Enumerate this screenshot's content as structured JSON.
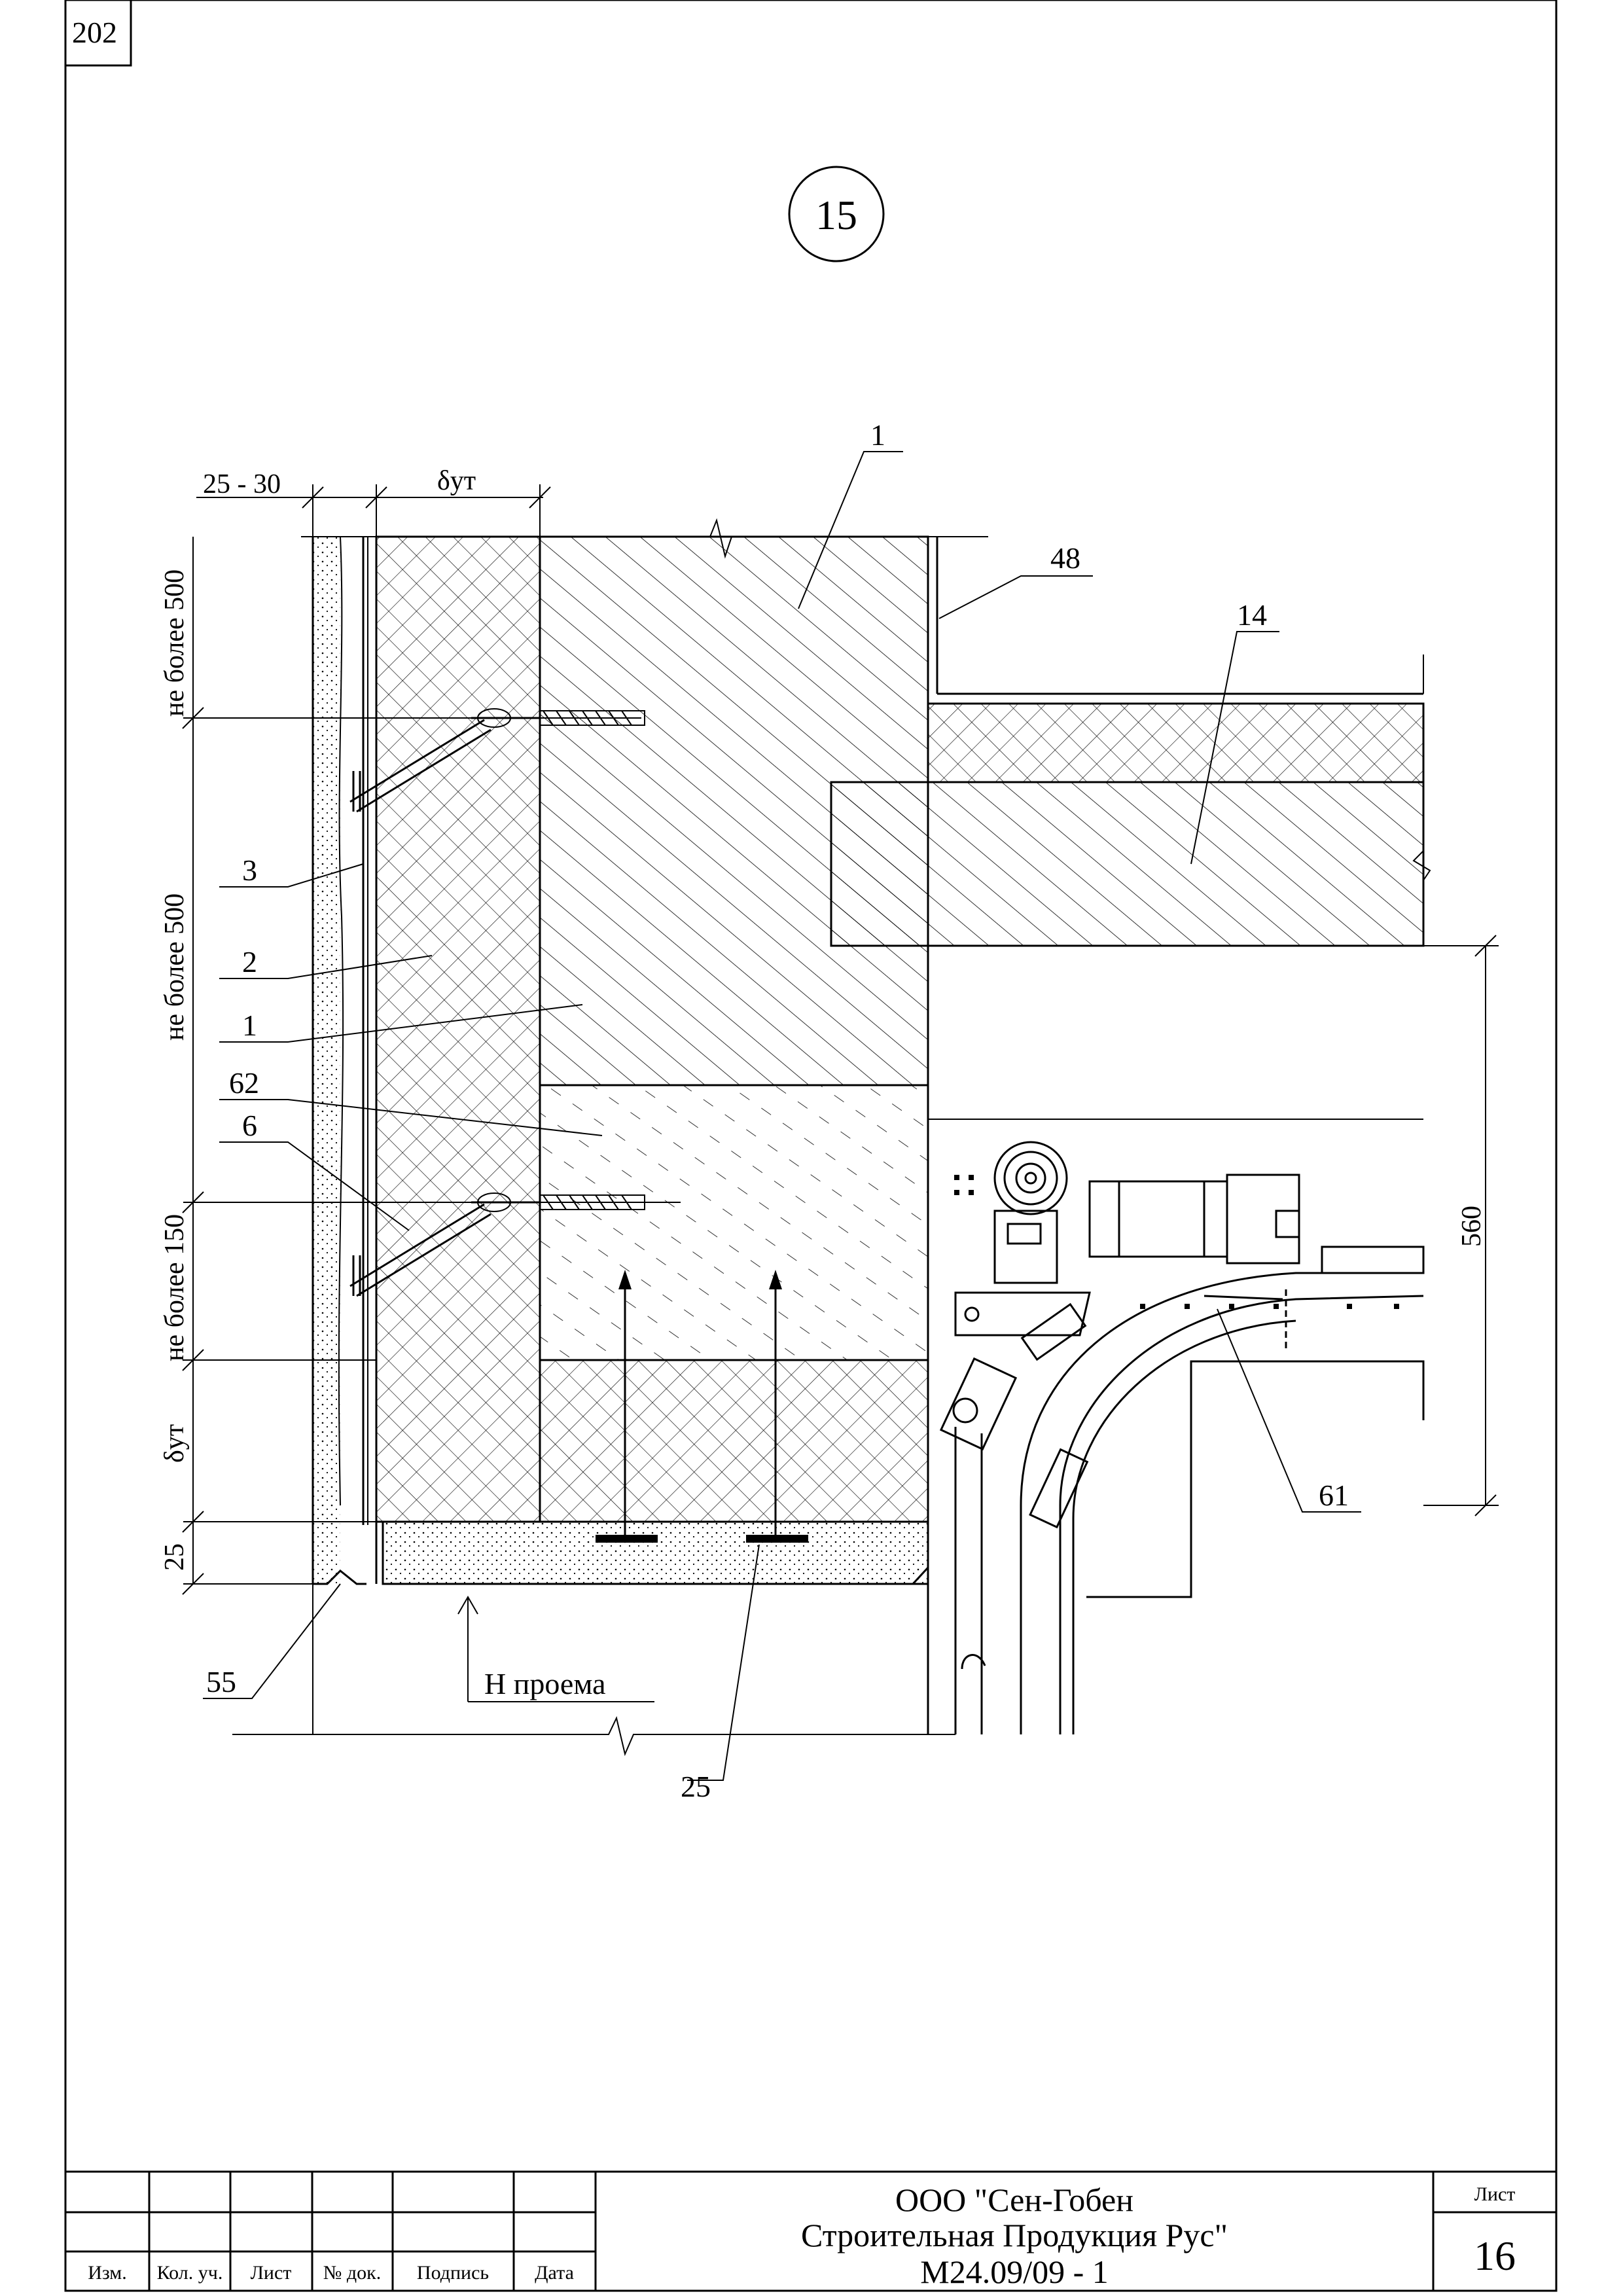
{
  "page_number": "202",
  "detail_number": "15",
  "dimensions": {
    "gap": "25 - 30",
    "insulation_thickness": "δут",
    "max_500_top": "не более 500",
    "max_500_mid": "не более 500",
    "max_150": "не более 150",
    "insulation_left": "δут",
    "bottom_25": "25",
    "height_560": "560"
  },
  "callouts": {
    "c1_top": "1",
    "c48": "48",
    "c14": "14",
    "c3": "3",
    "c2": "2",
    "c1_mid": "1",
    "c62": "62",
    "c6": "6",
    "c61": "61",
    "c55": "55",
    "c25": "25"
  },
  "opening_label": "Н проема",
  "title_block": {
    "columns": [
      "Изм.",
      "Кол. уч.",
      "Лист",
      "№ док.",
      "Подпись",
      "Дата"
    ],
    "org_line1": "ООО \"Сен-Гобен",
    "org_line2": "Строительная Продукция Рус\"",
    "doc_code": "М24.09/09 - 1",
    "sheet_label": "Лист",
    "sheet_number": "16"
  }
}
